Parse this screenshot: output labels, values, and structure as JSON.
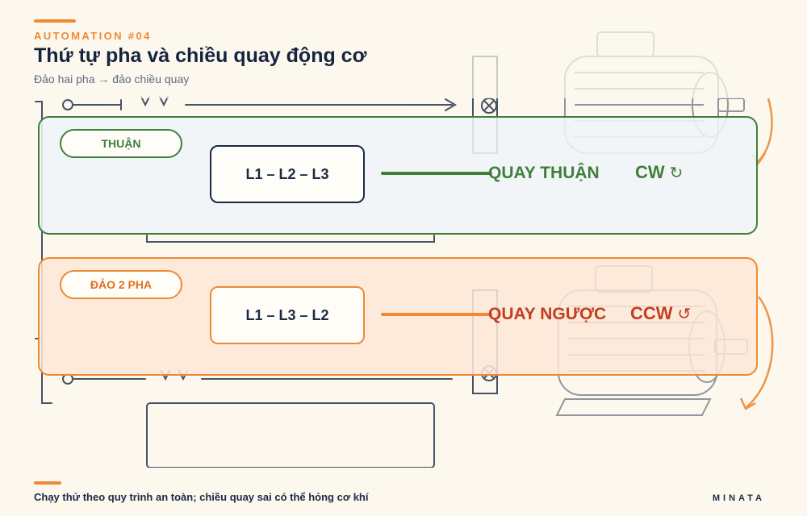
{
  "header": {
    "eyebrow": "AUTOMATION #04",
    "title": "Thứ tự pha và chiều quay động cơ",
    "subtitle": "Đảo hai pha → đảo chiều quay"
  },
  "rows": [
    {
      "tag": "THUẬN",
      "sequence": "L1 – L2 – L3",
      "result": "QUAY THUẬN",
      "direction": "CW",
      "direction_icon": "rotate-clockwise-icon",
      "color": "#3f7f3a"
    },
    {
      "tag": "ĐẢO 2 PHA",
      "sequence": "L1 – L3 – L2",
      "result": "QUAY NGƯỢC",
      "direction": "CCW",
      "direction_icon": "rotate-counterclockwise-icon",
      "color": "#c33d22"
    }
  ],
  "footer": {
    "note": "Chạy thử theo quy trình an toàn; chiều quay sai có thể hỏng cơ khí",
    "brand": "MINATA"
  },
  "colors": {
    "accent": "#ee8a34",
    "forward": "#3f7f3a",
    "reverse": "#c33d22",
    "background": "#fcf8ee",
    "ink": "#1b2a44"
  }
}
